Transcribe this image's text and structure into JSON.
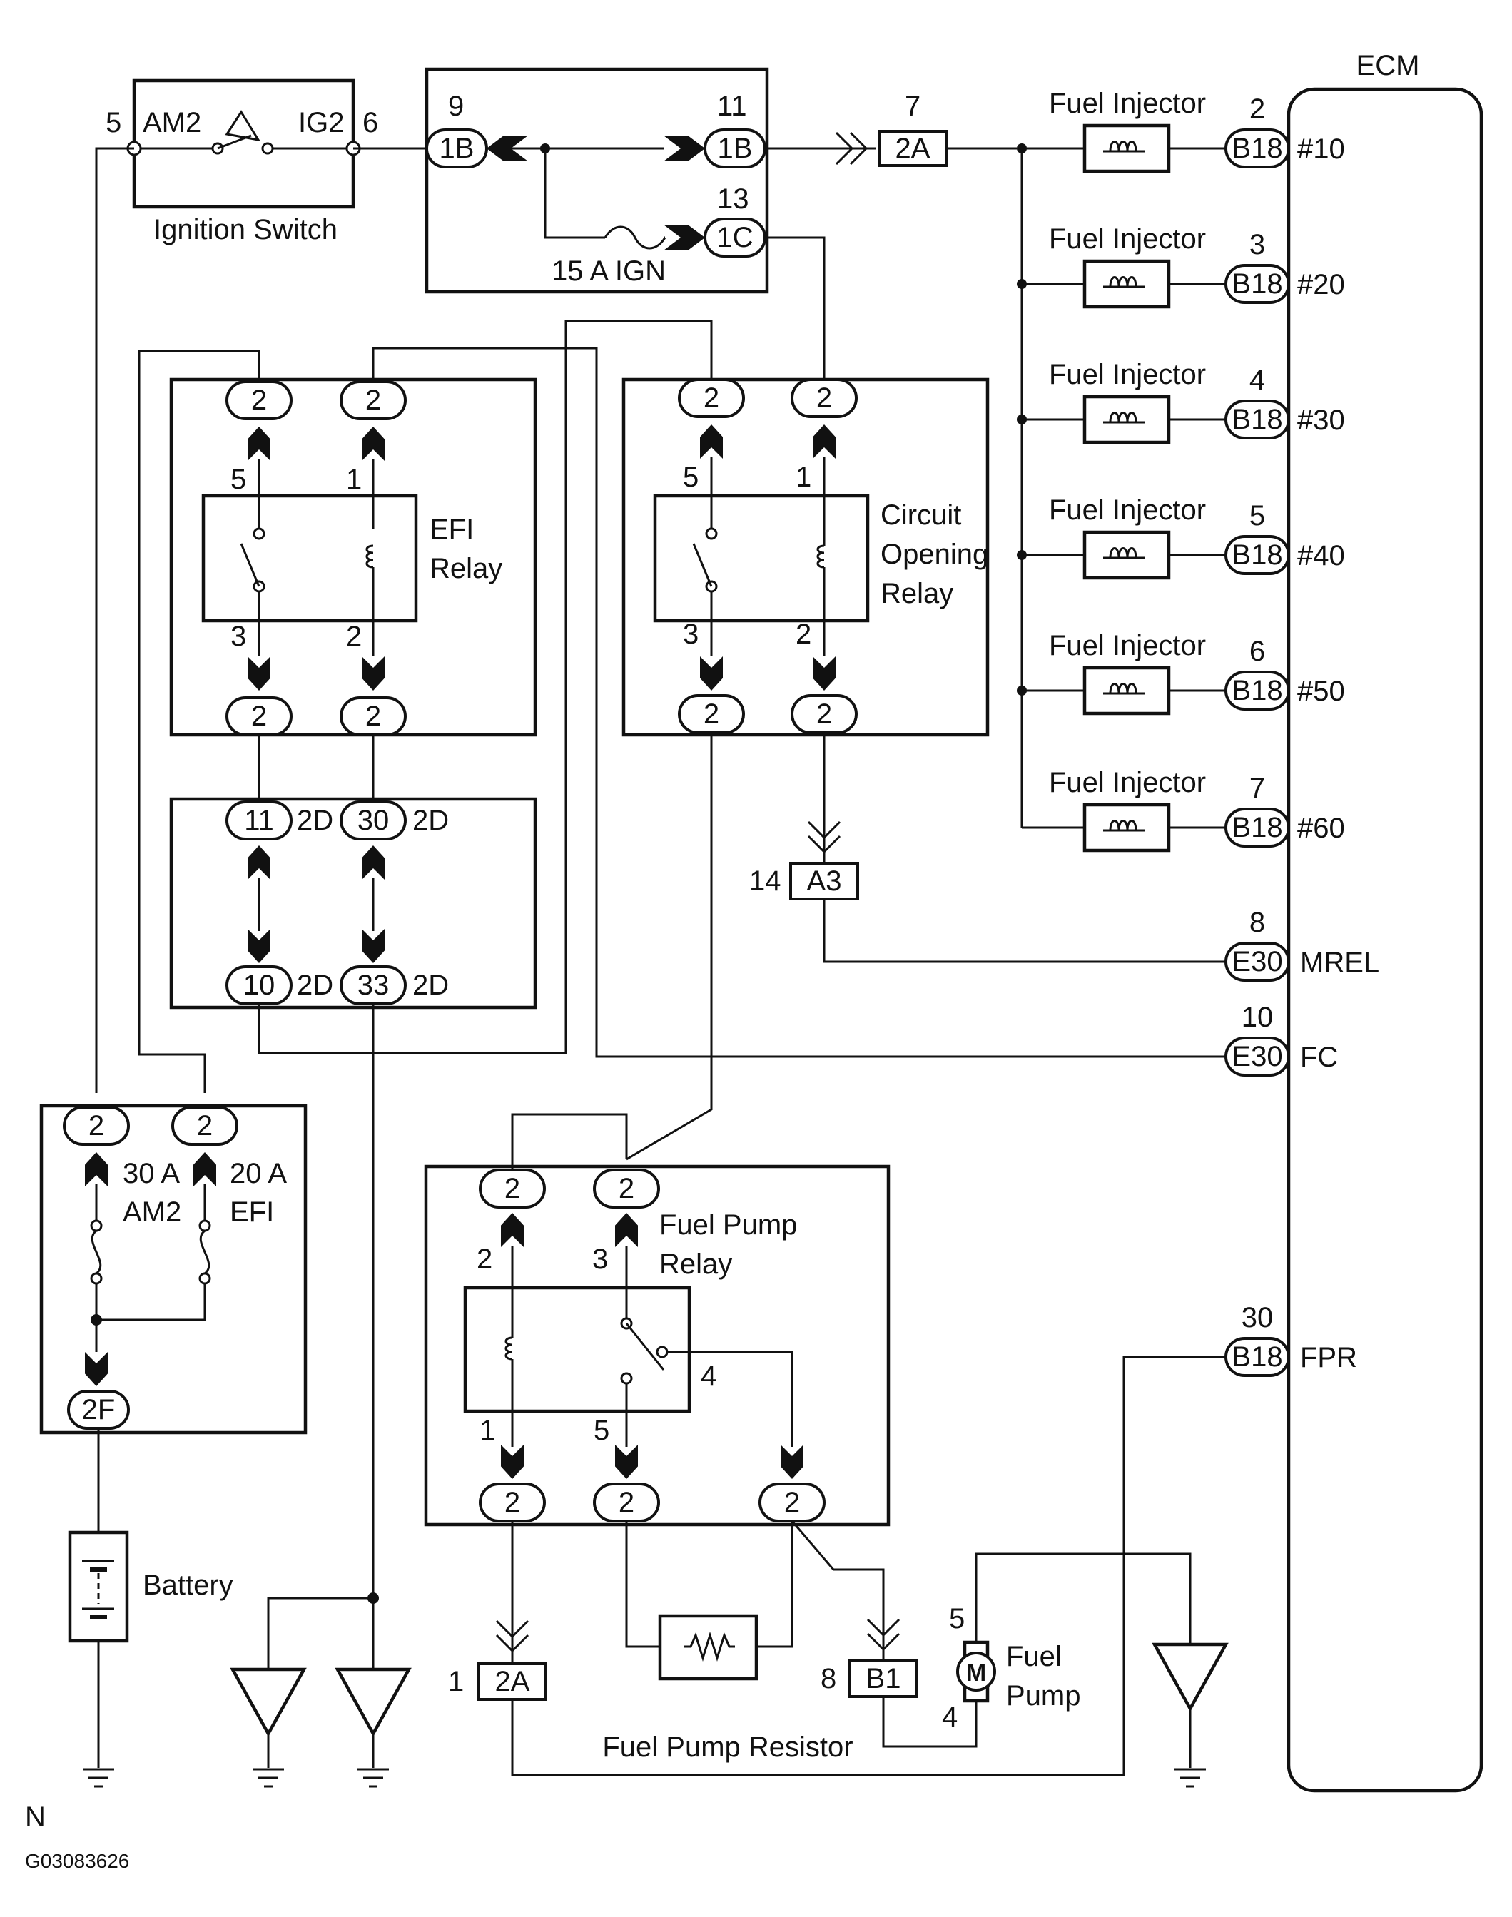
{
  "title": "",
  "footer": {
    "n_mark": "N",
    "fig_id": "G03083626"
  },
  "ecm": {
    "label": "ECM",
    "terminals": [
      {
        "pin": "2",
        "conn": "B18",
        "name": "#10"
      },
      {
        "pin": "3",
        "conn": "B18",
        "name": "#20"
      },
      {
        "pin": "4",
        "conn": "B18",
        "name": "#30"
      },
      {
        "pin": "5",
        "conn": "B18",
        "name": "#40"
      },
      {
        "pin": "6",
        "conn": "B18",
        "name": "#50"
      },
      {
        "pin": "7",
        "conn": "B18",
        "name": "#60"
      },
      {
        "pin": "8",
        "conn": "E30",
        "name": "MREL"
      },
      {
        "pin": "10",
        "conn": "E30",
        "name": "FC"
      },
      {
        "pin": "30",
        "conn": "B18",
        "name": "FPR"
      }
    ]
  },
  "injector_label": "Fuel Injector",
  "ignition_switch": {
    "label": "Ignition Switch",
    "am2": "AM2",
    "ig2": "IG2",
    "pin_am2": "5",
    "pin_ig2": "6"
  },
  "junction_block": {
    "fuse_label": "15 A IGN",
    "pins": [
      {
        "num": "9",
        "conn": "1B"
      },
      {
        "num": "11",
        "conn": "1B"
      },
      {
        "num": "13",
        "conn": "1C"
      }
    ]
  },
  "conn_2a_top": {
    "num": "7",
    "conn": "2A"
  },
  "efi_relay": {
    "label_line1": "EFI",
    "label_line2": "Relay",
    "conn": "2",
    "pins": [
      "5",
      "1",
      "3",
      "2"
    ]
  },
  "circuit_opening_relay": {
    "label_line1": "Circuit",
    "label_line2": "Opening",
    "label_line3": "Relay",
    "conn": "2",
    "pins": [
      "5",
      "1",
      "3",
      "2"
    ]
  },
  "connector_2d": {
    "label": "2D",
    "pins": [
      "11",
      "30",
      "10",
      "33"
    ]
  },
  "a3": {
    "num": "14",
    "conn": "A3"
  },
  "fuse_block": {
    "conn": "2",
    "f1_amp": "30 A",
    "f1_name": "AM2",
    "f2_amp": "20 A",
    "f2_name": "EFI",
    "out": "2F"
  },
  "battery": {
    "label": "Battery"
  },
  "fuel_pump_relay": {
    "label_line1": "Fuel Pump",
    "label_line2": "Relay",
    "conn": "2",
    "pins": [
      "2",
      "3",
      "4",
      "1",
      "5"
    ]
  },
  "resistor": {
    "label": "Fuel Pump Resistor"
  },
  "conn_2a_bottom": {
    "num": "1",
    "conn": "2A"
  },
  "b1": {
    "num": "8",
    "conn": "B1"
  },
  "fuel_pump": {
    "label_line1": "Fuel",
    "label_line2": "Pump",
    "motor": "M",
    "pin_top": "5",
    "pin_bottom": "4"
  }
}
